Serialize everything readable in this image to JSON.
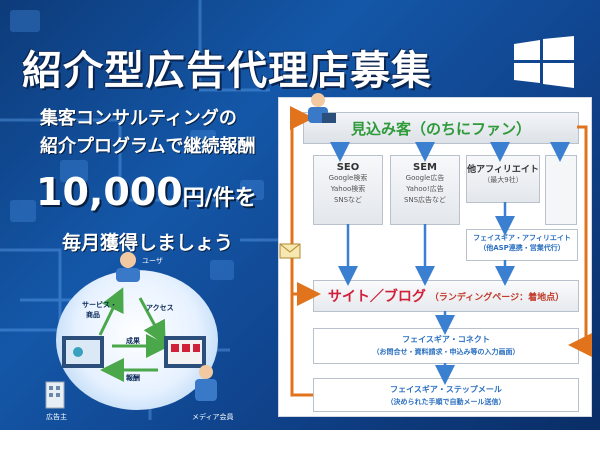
{
  "banner": {
    "title": "紹介型広告代理店募集",
    "subtitle_line1": "集客コンサルティングの",
    "subtitle_line2": "紹介プログラムで継続報酬",
    "amount": "10,000",
    "unit": "円/件を",
    "monthly": "毎月獲得しましょう"
  },
  "diagram_left": {
    "user_label": "ユーザ",
    "service_label": "サービス・",
    "product_label": "商品",
    "access_label": "アクセス",
    "result_label": "成果",
    "reward_label": "報酬",
    "advertiser_label": "広告主",
    "media_label": "メディア会員"
  },
  "flow": {
    "prospect": "見込み客（のちにファン）",
    "seo_title": "SEO",
    "seo_items": [
      "Google検索",
      "Yahoo検索",
      "SNSなど"
    ],
    "sem_title": "SEM",
    "sem_items": [
      "Google広告",
      "Yahoo!広告",
      "SNS広告など"
    ],
    "affiliate_title": "他アフィリエイト",
    "affiliate_note": "（最大9社）",
    "fs_affiliate_line1": "フェイスギア・アフィリエイト",
    "fs_affiliate_line2": "（他ASP連携・営業代行）",
    "site_main": "サイト／ブログ",
    "site_sub": "（ランディングページ：着地点）",
    "connect_line1": "フェイスギア・コネクト",
    "connect_line2": "（お問合せ・資料請求・申込み等の入力画面）",
    "stepmail_line1": "フェイスギア・ステップメール",
    "stepmail_line2": "（決められた手順で自動メール送信）"
  },
  "colors": {
    "banner_blue": "#1457a8",
    "prospect_green": "#2f9a3a",
    "site_red": "#d0203a",
    "flow_blue": "#2a6fc0",
    "arrow_orange": "#e0731c",
    "arrow_blue": "#3a7fd0"
  }
}
